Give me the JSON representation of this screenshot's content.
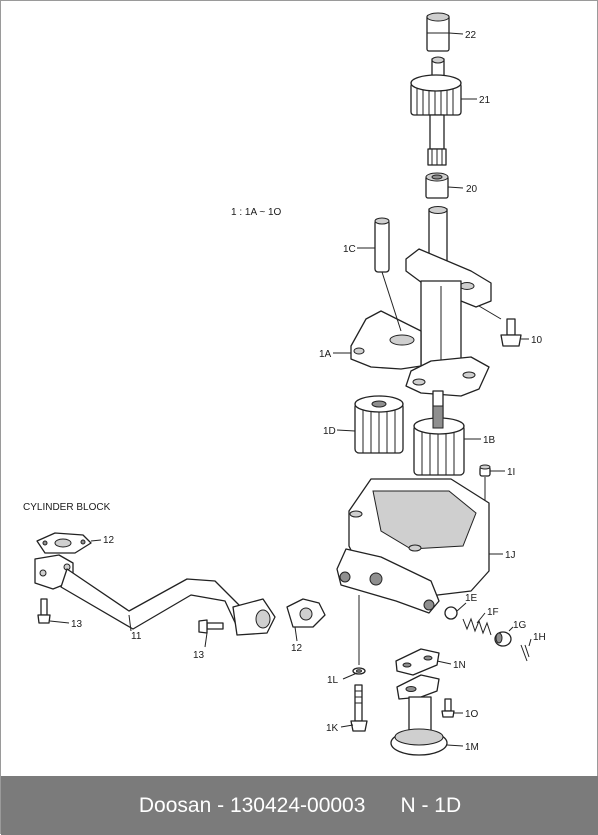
{
  "callouts": [
    {
      "id": "22",
      "text": "22"
    },
    {
      "id": "21",
      "text": "21"
    },
    {
      "id": "20",
      "text": "20"
    },
    {
      "id": "1C",
      "text": "1C"
    },
    {
      "id": "10",
      "text": "10"
    },
    {
      "id": "1A",
      "text": "1A"
    },
    {
      "id": "1D",
      "text": "1D"
    },
    {
      "id": "1B",
      "text": "1B"
    },
    {
      "id": "1I",
      "text": "1I"
    },
    {
      "id": "12a",
      "text": "12"
    },
    {
      "id": "1J",
      "text": "1J"
    },
    {
      "id": "13a",
      "text": "13"
    },
    {
      "id": "11",
      "text": "11"
    },
    {
      "id": "1E",
      "text": "1E"
    },
    {
      "id": "1F",
      "text": "1F"
    },
    {
      "id": "13b",
      "text": "13"
    },
    {
      "id": "12b",
      "text": "12"
    },
    {
      "id": "1G",
      "text": "1G"
    },
    {
      "id": "1H",
      "text": "1H"
    },
    {
      "id": "1N",
      "text": "1N"
    },
    {
      "id": "1L",
      "text": "1L"
    },
    {
      "id": "1O",
      "text": "1O"
    },
    {
      "id": "1K",
      "text": "1K"
    },
    {
      "id": "1M",
      "text": "1M"
    }
  ],
  "note": "1 : 1A ~ 1O",
  "cylinder_block_label": "CYLINDER BLOCK",
  "footer": {
    "brand": "Doosan",
    "separator": "-",
    "part_number": "130424-00003",
    "page_ref": "N - 1D"
  }
}
